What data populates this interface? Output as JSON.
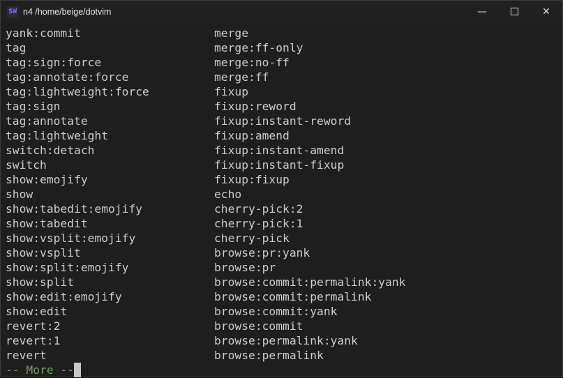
{
  "window": {
    "title": "n4 /home/beige/dotvim",
    "app_icon": "$W",
    "controls": [
      "minimize",
      "maximize",
      "close"
    ]
  },
  "terminal": {
    "left_column": [
      "yank:commit",
      "tag",
      "tag:sign:force",
      "tag:annotate:force",
      "tag:lightweight:force",
      "tag:sign",
      "tag:annotate",
      "tag:lightweight",
      "switch:detach",
      "switch",
      "show:emojify",
      "show",
      "show:tabedit:emojify",
      "show:tabedit",
      "show:vsplit:emojify",
      "show:vsplit",
      "show:split:emojify",
      "show:split",
      "show:edit:emojify",
      "show:edit",
      "revert:2",
      "revert:1",
      "revert"
    ],
    "right_column": [
      "merge",
      "merge:ff-only",
      "merge:no-ff",
      "merge:ff",
      "fixup",
      "fixup:reword",
      "fixup:instant-reword",
      "fixup:amend",
      "fixup:instant-amend",
      "fixup:instant-fixup",
      "fixup:fixup",
      "echo",
      "cherry-pick:2",
      "cherry-pick:1",
      "cherry-pick",
      "browse:pr:yank",
      "browse:pr",
      "browse:commit:permalink:yank",
      "browse:commit:permalink",
      "browse:commit:yank",
      "browse:commit",
      "browse:permalink:yank",
      "browse:permalink"
    ],
    "more_prompt": "-- More --"
  },
  "colors": {
    "background": "#1e1e1e",
    "text": "#cccccc",
    "more_prompt": "#6a9f5f"
  }
}
